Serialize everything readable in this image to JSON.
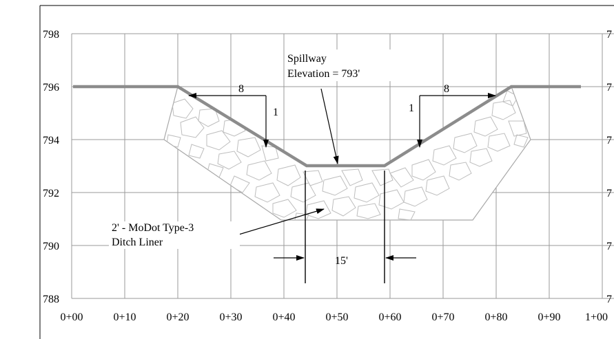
{
  "elevation_labels_left": [
    "798",
    "796",
    "794",
    "792",
    "790",
    "788"
  ],
  "elevation_labels_right": [
    "7",
    "7",
    "7",
    "7",
    "7",
    "7"
  ],
  "station_labels": [
    "0+00",
    "0+10",
    "0+20",
    "0+30",
    "0+40",
    "0+50",
    "0+60",
    "0+70",
    "0+80",
    "0+90",
    "1+00"
  ],
  "annotations": {
    "spillway_line1": "Spillway",
    "spillway_line2": "Elevation = 793'",
    "liner_line1": "2' - MoDot Type-3",
    "liner_line2": "Ditch Liner",
    "slope_left_run": "8",
    "slope_left_rise": "1",
    "slope_right_run": "8",
    "slope_right_rise": "1",
    "bottom_width": "15'"
  },
  "colors": {
    "ground_line": "#8c8c8c",
    "grid": "#9a9a9a",
    "rock_outline": "#bdbdbd"
  }
}
